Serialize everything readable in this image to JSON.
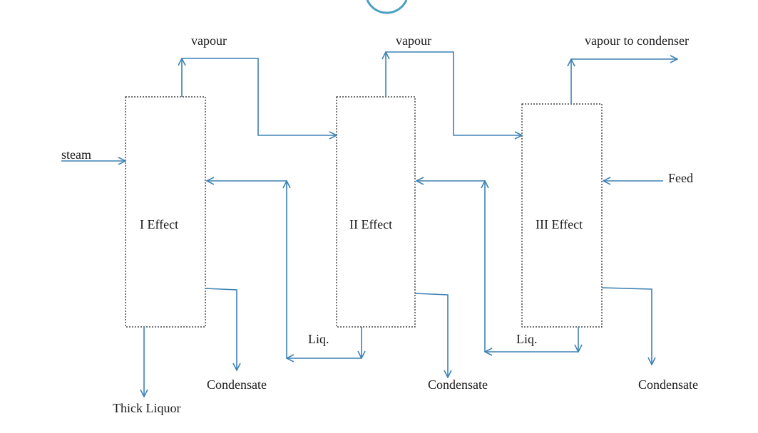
{
  "colors": {
    "flow_line": "#3d82b4",
    "box_border": "#222222",
    "top_circle": "#4a9fc0"
  },
  "labels": {
    "vapour_1": "vapour",
    "vapour_2": "vapour",
    "vapour_3": "vapour to condenser",
    "steam": "steam",
    "feed": "Feed",
    "effect_1": "I Effect",
    "effect_2": "II Effect",
    "effect_3": "III Effect",
    "liq_1": "Liq.",
    "liq_2": "Liq.",
    "condensate_1": "Condensate",
    "condensate_2": "Condensate",
    "condensate_3": "Condensate",
    "thick_liquor": "Thick Liquor"
  }
}
